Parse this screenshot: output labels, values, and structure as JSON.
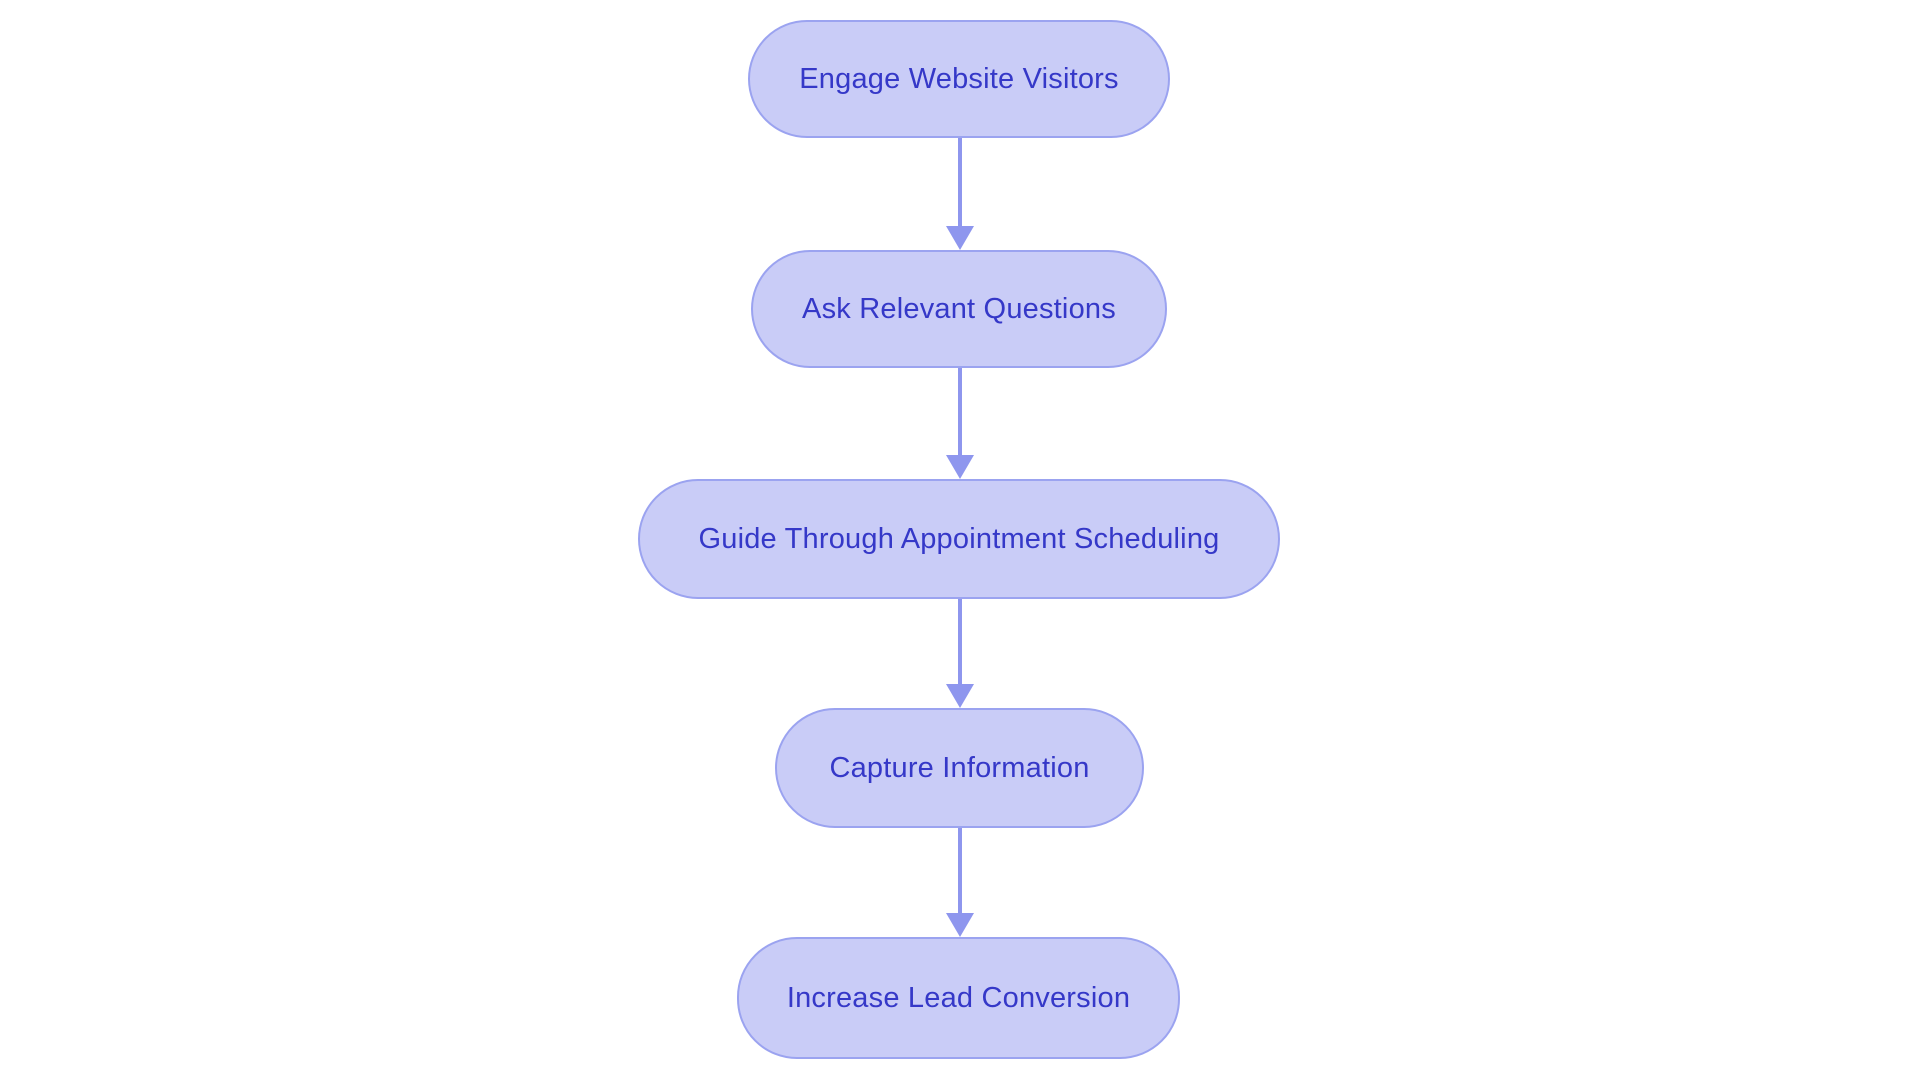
{
  "flowchart": {
    "title": "",
    "nodes": [
      {
        "id": "engage-website-visitors",
        "label": "Engage Website Visitors"
      },
      {
        "id": "ask-relevant-questions",
        "label": "Ask Relevant Questions"
      },
      {
        "id": "guide-through-appointment-scheduling",
        "label": "Guide Through Appointment Scheduling"
      },
      {
        "id": "capture-information",
        "label": "Capture Information"
      },
      {
        "id": "increase-lead-conversion",
        "label": "Increase Lead Conversion"
      }
    ],
    "edges": [
      {
        "from": "engage-website-visitors",
        "to": "ask-relevant-questions"
      },
      {
        "from": "ask-relevant-questions",
        "to": "guide-through-appointment-scheduling"
      },
      {
        "from": "guide-through-appointment-scheduling",
        "to": "capture-information"
      },
      {
        "from": "capture-information",
        "to": "increase-lead-conversion"
      }
    ],
    "colors": {
      "node_fill": "#c9ccf7",
      "node_border": "#9ba3f0",
      "text": "#3538c8",
      "arrow": "#8e96ee",
      "background": "#ffffff"
    }
  }
}
